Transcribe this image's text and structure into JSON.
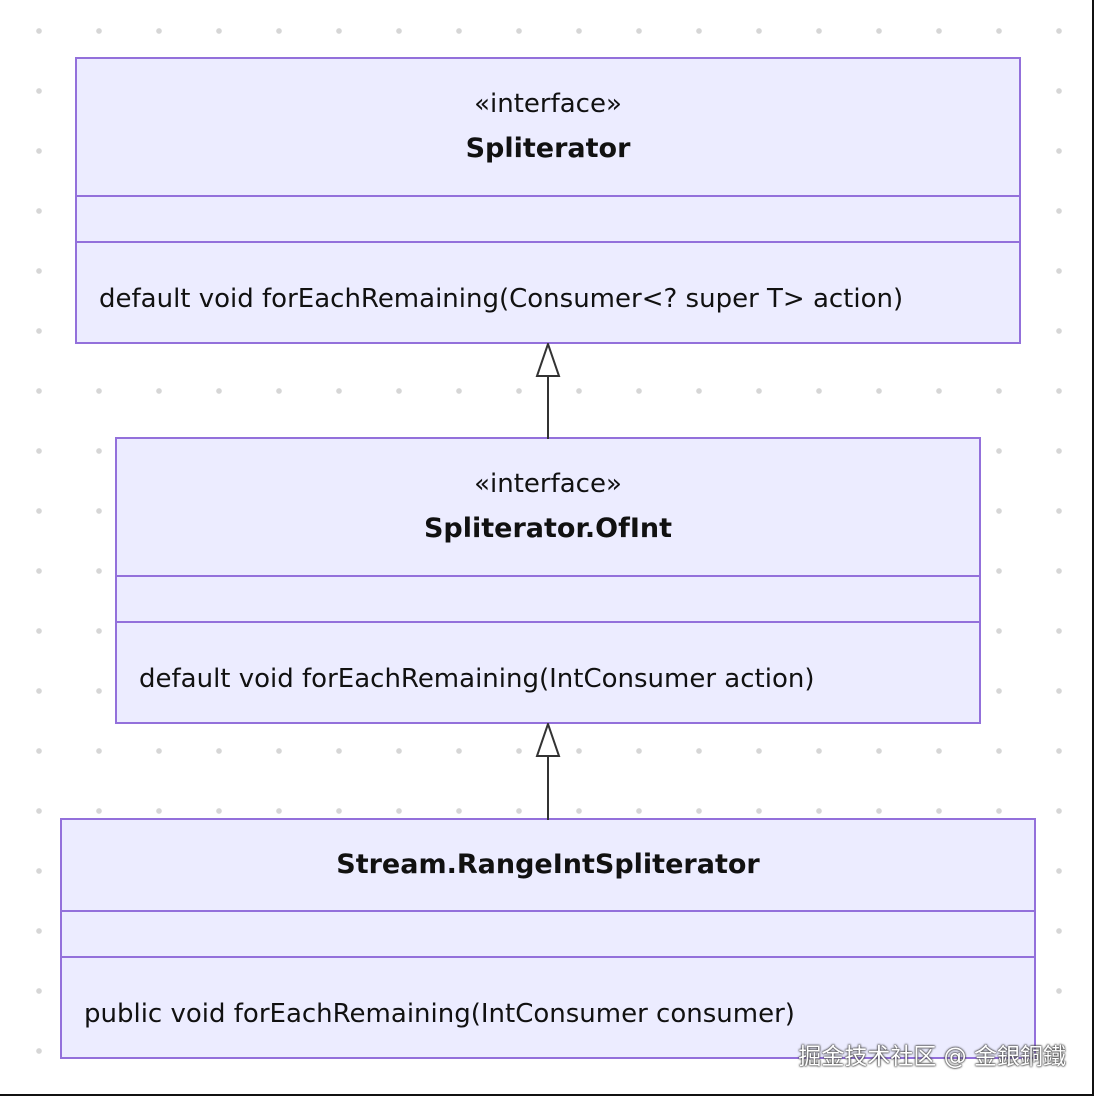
{
  "classes": [
    {
      "stereotype": "«interface»",
      "name": "Spliterator",
      "methods": [
        "default void forEachRemaining(Consumer<? super T> action)"
      ]
    },
    {
      "stereotype": "«interface»",
      "name": "Spliterator.OfInt",
      "methods": [
        "default void forEachRemaining(IntConsumer action)"
      ]
    },
    {
      "stereotype": "",
      "name": "Stream.RangeIntSpliterator",
      "methods": [
        "public void forEachRemaining(IntConsumer consumer)"
      ]
    }
  ],
  "relations": [
    {
      "from": "Spliterator.OfInt",
      "to": "Spliterator",
      "type": "inheritance"
    },
    {
      "from": "Stream.RangeIntSpliterator",
      "to": "Spliterator.OfInt",
      "type": "inheritance"
    }
  ],
  "watermark": "掘金技术社区 @ 金銀銅鐵",
  "colors": {
    "box_fill": "#ececff",
    "box_border": "#9370db",
    "edge": "#333333"
  }
}
